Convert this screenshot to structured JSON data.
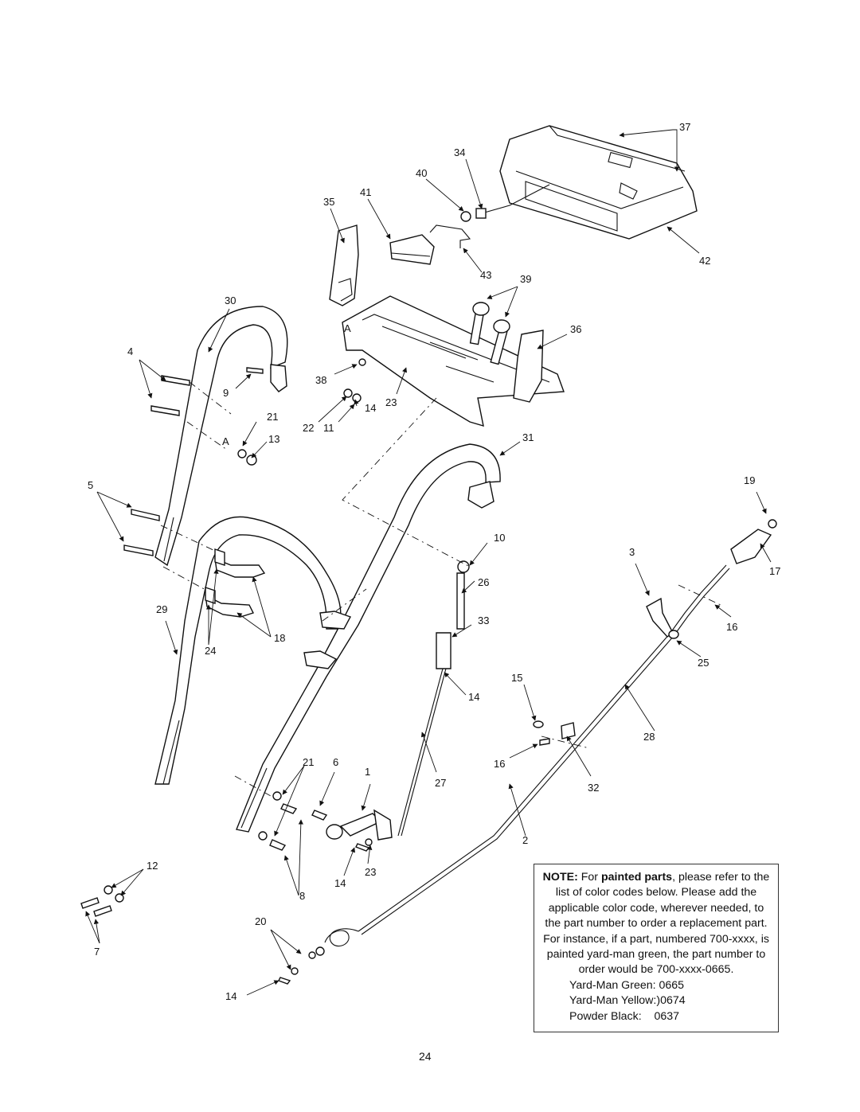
{
  "callouts": [
    "37",
    "34",
    "40",
    "41",
    "35",
    "42",
    "43",
    "39",
    "30",
    "36",
    "4",
    "38",
    "9",
    "21",
    "23",
    "14",
    "22",
    "11",
    "13",
    "31",
    "5",
    "19",
    "10",
    "3",
    "17",
    "26",
    "29",
    "16",
    "33",
    "18",
    "24",
    "25",
    "15",
    "14",
    "28",
    "21",
    "6",
    "1",
    "27",
    "16",
    "32",
    "2",
    "12",
    "23",
    "14",
    "8",
    "20",
    "7",
    "14"
  ],
  "view_marks": [
    "A",
    "A"
  ],
  "note": {
    "lead": "NOTE:",
    "part1": " For ",
    "bold_phrase": "painted parts",
    "part2": ", please refer to the list of color codes below. Please add the applicable color code, wherever needed, to the part number to order a replacement part. For instance, if a part, numbered 700-xxxx, is painted yard-man green, the part number to order would be 700-xxxx-0665.",
    "colors": [
      {
        "label": "Yard-Man Green: 0665"
      },
      {
        "label": "Yard-Man Yellow:)0674"
      },
      {
        "label": "Powder Black:    0637"
      }
    ]
  },
  "page_number": "24"
}
